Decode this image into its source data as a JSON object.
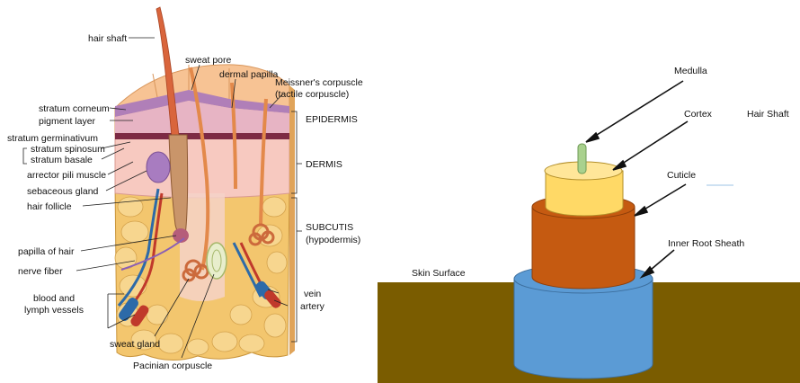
{
  "skin_diagram": {
    "labels": {
      "hair_shaft": "hair shaft",
      "sweat_pore": "sweat pore",
      "dermal_papilla": "dermal papilla",
      "meissner_1": "Meissner's corpuscle",
      "meissner_2": "(tactile corpuscle)",
      "stratum_corneum": "stratum corneum",
      "pigment_layer": "pigment layer",
      "stratum_germinativum": "stratum germinativum",
      "stratum_spinosum": "stratum spinosum",
      "stratum_basale": "stratum basale",
      "arrector_pili": "arrector pili muscle",
      "sebaceous_gland": "sebaceous gland",
      "hair_follicle": "hair follicle",
      "papilla_of_hair": "papilla of hair",
      "nerve_fiber": "nerve fiber",
      "blood_1": "blood and",
      "blood_2": "lymph vessels",
      "sweat_gland": "sweat gland",
      "pacinian": "Pacinian corpuscle",
      "epidermis": "EPIDERMIS",
      "dermis": "DERMIS",
      "subcutis_1": "SUBCUTIS",
      "subcutis_2": "(hypodermis)",
      "vein": "vein",
      "artery": "artery"
    }
  },
  "hair_model": {
    "labels": {
      "medulla": "Medulla",
      "cortex": "Cortex",
      "hair_shaft": "Hair Shaft",
      "cuticle": "Cuticle",
      "inner_root_sheath": "Inner Root Sheath",
      "skin_surface": "Skin Surface"
    },
    "colors": {
      "ground": "#7a5c00",
      "irs": "#5b9bd5",
      "cuticle": "#c55a11",
      "cortex": "#ffd966",
      "medulla": "#a9d18e"
    }
  }
}
